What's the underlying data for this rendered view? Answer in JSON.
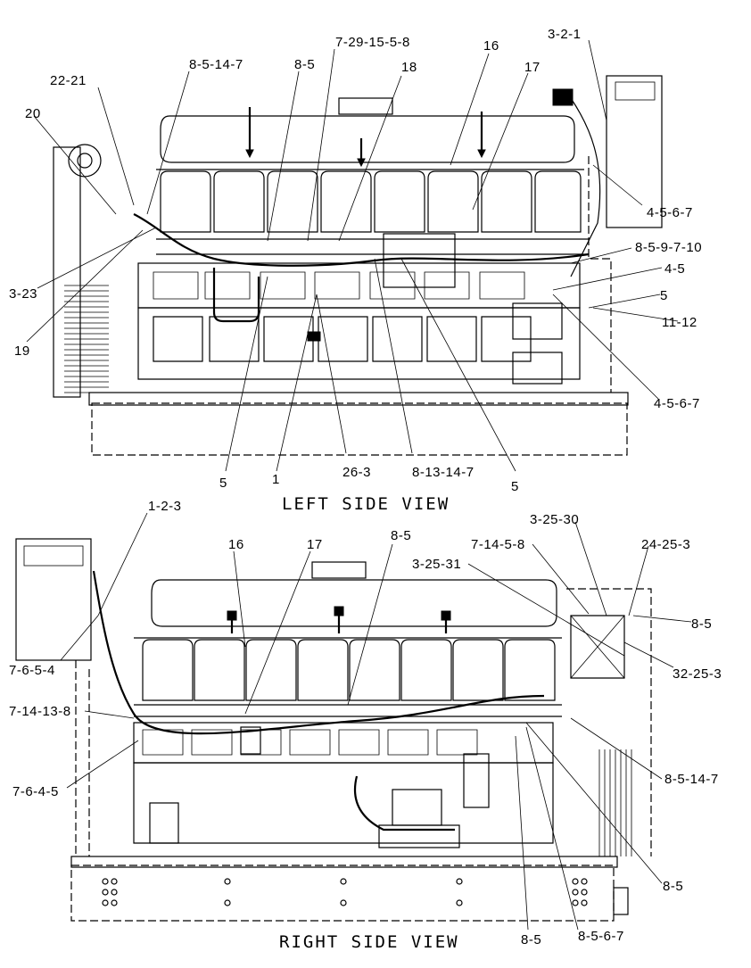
{
  "views": [
    {
      "caption": "LEFT SIDE VIEW",
      "callouts": [
        {
          "id": "l1",
          "text": "8-5-14-7"
        },
        {
          "id": "l2",
          "text": "8-5"
        },
        {
          "id": "l3",
          "text": "7-29-15-5-8"
        },
        {
          "id": "l4",
          "text": "18"
        },
        {
          "id": "l5",
          "text": "16"
        },
        {
          "id": "l6",
          "text": "17"
        },
        {
          "id": "l7",
          "text": "3-2-1"
        },
        {
          "id": "l8",
          "text": "22-21"
        },
        {
          "id": "l9",
          "text": "20"
        },
        {
          "id": "l10",
          "text": "4-5-6-7"
        },
        {
          "id": "l11",
          "text": "8-5-9-7-10"
        },
        {
          "id": "l12",
          "text": "4-5"
        },
        {
          "id": "l13",
          "text": "5"
        },
        {
          "id": "l14",
          "text": "11-12"
        },
        {
          "id": "l15",
          "text": "3-23"
        },
        {
          "id": "l16",
          "text": "19"
        },
        {
          "id": "l17",
          "text": "4-5-6-7"
        },
        {
          "id": "l18",
          "text": "5"
        },
        {
          "id": "l19",
          "text": "1"
        },
        {
          "id": "l20",
          "text": "26-3"
        },
        {
          "id": "l21",
          "text": "8-13-14-7"
        },
        {
          "id": "l22",
          "text": "5"
        }
      ]
    },
    {
      "caption": "RIGHT SIDE VIEW",
      "callouts": [
        {
          "id": "r1",
          "text": "1-2-3"
        },
        {
          "id": "r2",
          "text": "3-25-30"
        },
        {
          "id": "r3",
          "text": "16"
        },
        {
          "id": "r4",
          "text": "17"
        },
        {
          "id": "r5",
          "text": "8-5"
        },
        {
          "id": "r6",
          "text": "7-14-5-8"
        },
        {
          "id": "r7",
          "text": "24-25-3"
        },
        {
          "id": "r8",
          "text": "3-25-31"
        },
        {
          "id": "r9",
          "text": "8-5"
        },
        {
          "id": "r10",
          "text": "32-25-3"
        },
        {
          "id": "r11",
          "text": "7-6-5-4"
        },
        {
          "id": "r12",
          "text": "7-14-13-8"
        },
        {
          "id": "r13",
          "text": "7-6-4-5"
        },
        {
          "id": "r14",
          "text": "8-5-14-7"
        },
        {
          "id": "r15",
          "text": "8-5"
        },
        {
          "id": "r16",
          "text": "8-5"
        },
        {
          "id": "r17",
          "text": "8-5-6-7"
        }
      ]
    }
  ]
}
